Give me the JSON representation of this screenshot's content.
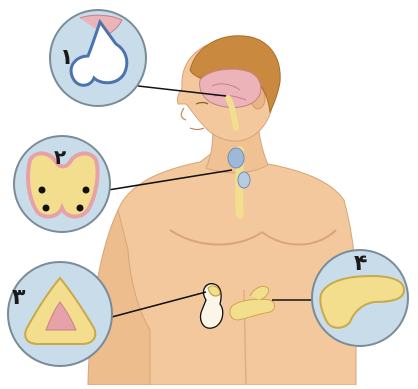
{
  "diagram": {
    "callouts": [
      {
        "id": "pituitary",
        "number": "۱"
      },
      {
        "id": "thyroid-parathyroid",
        "number": "۲"
      },
      {
        "id": "adrenal",
        "number": "۳"
      },
      {
        "id": "pancreas",
        "number": "۴"
      }
    ],
    "colors": {
      "skin": "#f2c89c",
      "skin_shadow": "#e2a877",
      "hair": "#c9893f",
      "circle_fill": "#c9dcea",
      "circle_stroke": "#7a8c99",
      "gland_yellow": "#f2de8c",
      "gland_pink": "#e6a1a9",
      "brain_pink": "#ecb3b8",
      "thyroid_blue": "#9fb8d8",
      "leader_line": "#111111"
    }
  }
}
